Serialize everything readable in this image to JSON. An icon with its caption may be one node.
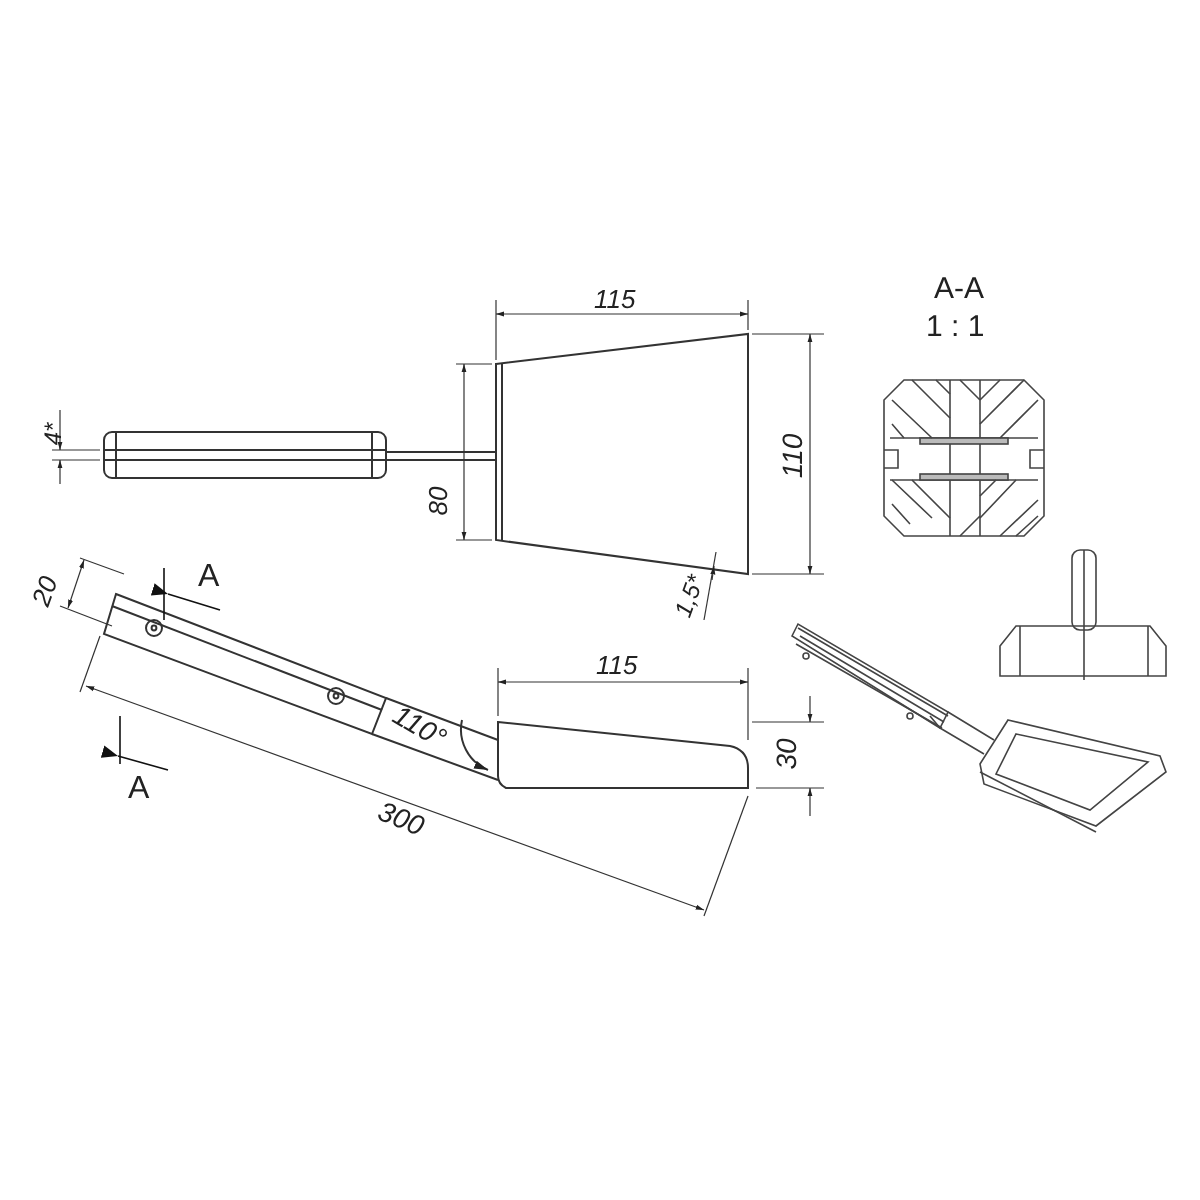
{
  "diagram": {
    "labels": [
      "115",
      "4*",
      "80",
      "110",
      "1,5*",
      "A-A",
      "1 : 1",
      "20",
      "A",
      "110°",
      "115",
      "30",
      "A",
      "300"
    ]
  }
}
